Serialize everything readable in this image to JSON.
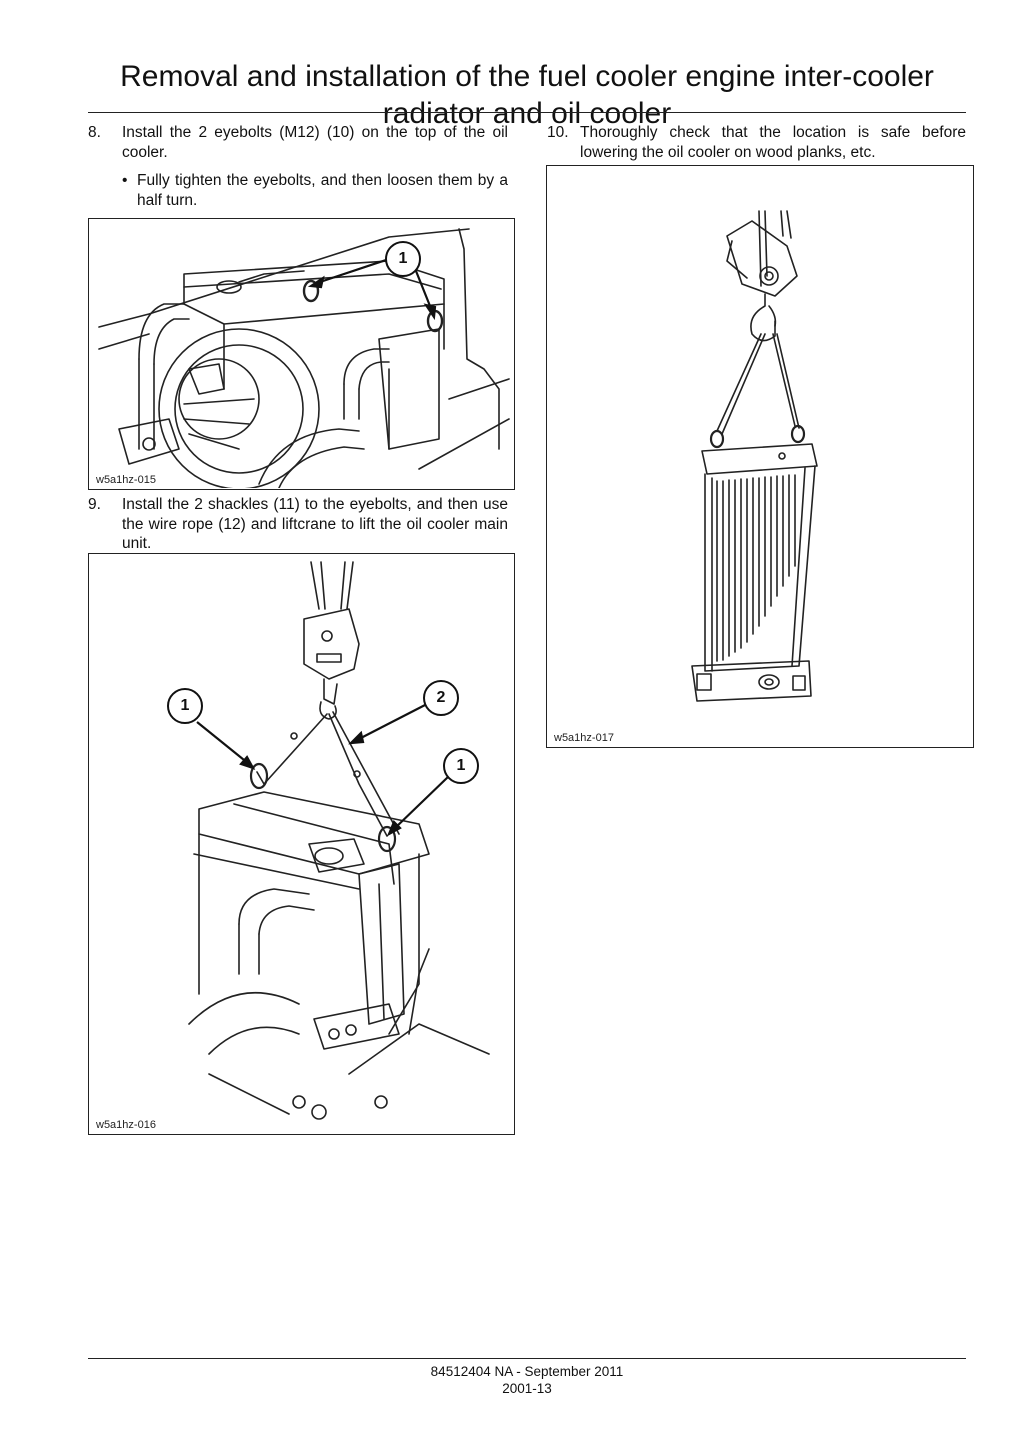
{
  "page": {
    "title": "Removal and installation of the fuel cooler engine inter-cooler radiator and oil cooler"
  },
  "steps": [
    {
      "num": "8.",
      "text": "Install the 2 eyebolts (M12) (10) on the top of the oil cooler.",
      "bullets": [
        "Fully tighten the eyebolts, and then loosen them by a half turn."
      ]
    },
    {
      "num": "9.",
      "text": "Install the 2 shackles (11) to the eyebolts, and then use the wire rope (12) and liftcrane to lift the oil cooler main unit."
    },
    {
      "num": "10.",
      "text": "Thoroughly check that the location is safe before lowering the oil cooler on wood planks, etc."
    }
  ],
  "figures": [
    {
      "id": "w5a1hz-015",
      "callouts": [
        "1"
      ],
      "icon": "eyebolts-on-oil-cooler-illustration"
    },
    {
      "id": "w5a1hz-016",
      "callouts": [
        "1",
        "2",
        "1"
      ],
      "icon": "shackles-wire-rope-lift-illustration"
    },
    {
      "id": "w5a1hz-017",
      "callouts": [],
      "icon": "suspended-oil-cooler-illustration"
    }
  ],
  "footer": {
    "doc": "84512404 NA - September 2011",
    "page": "2001-13"
  }
}
